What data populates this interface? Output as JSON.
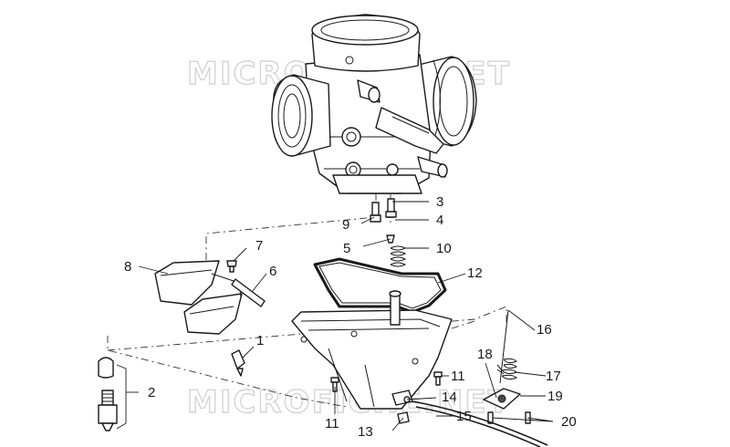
{
  "watermark": {
    "top": "MICROFICHE.NET",
    "bottom": "MICROFICHE.NET"
  },
  "callouts": [
    {
      "id": "c1",
      "label": "1"
    },
    {
      "id": "c2",
      "label": "2"
    },
    {
      "id": "c3",
      "label": "3"
    },
    {
      "id": "c4",
      "label": "4"
    },
    {
      "id": "c5",
      "label": "5"
    },
    {
      "id": "c6",
      "label": "6"
    },
    {
      "id": "c7",
      "label": "7"
    },
    {
      "id": "c8",
      "label": "8"
    },
    {
      "id": "c9",
      "label": "9"
    },
    {
      "id": "c10",
      "label": "10"
    },
    {
      "id": "c11a",
      "label": "11"
    },
    {
      "id": "c11b",
      "label": "11"
    },
    {
      "id": "c12",
      "label": "12"
    },
    {
      "id": "c13",
      "label": "13"
    },
    {
      "id": "c14",
      "label": "14"
    },
    {
      "id": "c15",
      "label": "15"
    },
    {
      "id": "c16",
      "label": "16"
    },
    {
      "id": "c17",
      "label": "17"
    },
    {
      "id": "c18",
      "label": "18"
    },
    {
      "id": "c19",
      "label": "19"
    },
    {
      "id": "c20",
      "label": "20"
    }
  ]
}
